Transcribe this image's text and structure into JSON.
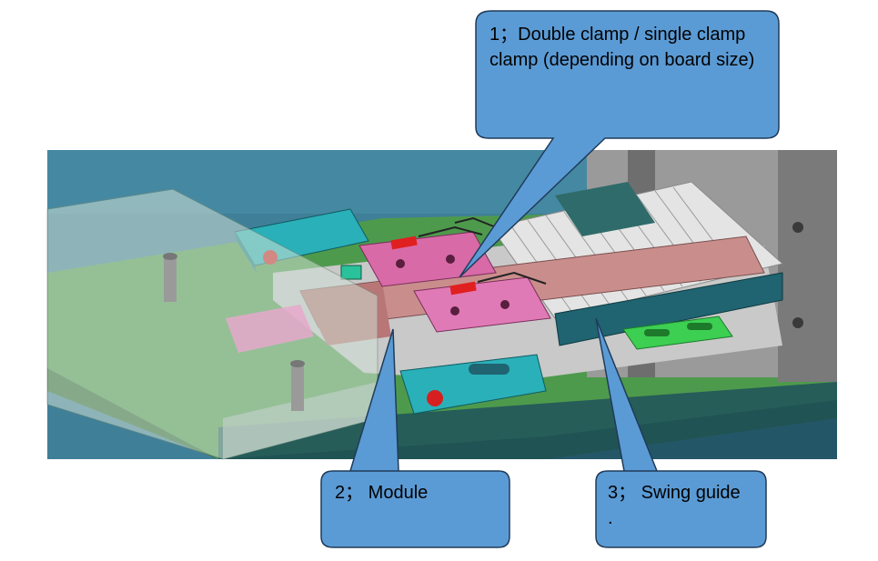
{
  "callouts": [
    {
      "id": "1",
      "text": "1；Double clamp / single clamp clamp (depending on board size)"
    },
    {
      "id": "2",
      "text": "2； Module"
    },
    {
      "id": "3",
      "text": "3； Swing guide ."
    }
  ],
  "colors": {
    "callout_fill": "#5b9bd5",
    "callout_stroke": "#1f3b5a",
    "background_blue": "#3d7f9a",
    "base_plate": "#4f9a4f",
    "pink_block": "#d86aa8",
    "teal_block": "#2ab0b8",
    "red": "#e02020",
    "dark_teal": "#1f5f6a",
    "gray_rails": "#c8c8c8",
    "light_glass": "#b8c8bc",
    "mauve": "#c48a8a",
    "green_part": "#33c24a"
  }
}
